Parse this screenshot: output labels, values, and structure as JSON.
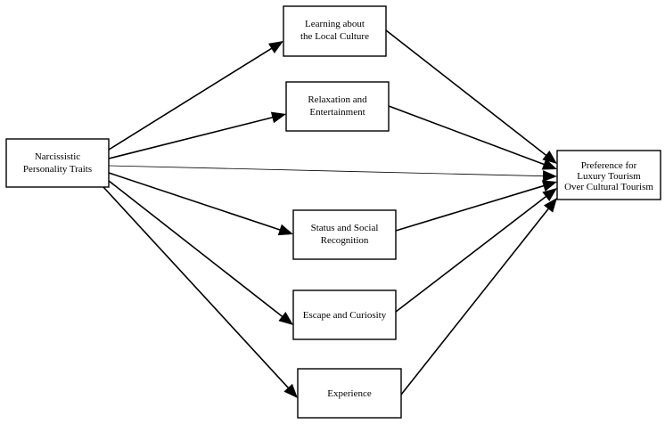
{
  "nodes": [
    {
      "id": "npt",
      "lines": [
        "Narcissistic",
        "Personality Traits"
      ]
    },
    {
      "id": "local",
      "lines": [
        "Learning about",
        "the Local Culture"
      ]
    },
    {
      "id": "relax",
      "lines": [
        "Relaxation and",
        "Entertainment"
      ]
    },
    {
      "id": "status",
      "lines": [
        "Status and Social",
        "Recognition"
      ]
    },
    {
      "id": "escape",
      "lines": [
        "Escape and Curiosity"
      ]
    },
    {
      "id": "experience",
      "lines": [
        "Experience"
      ]
    },
    {
      "id": "pref",
      "lines": [
        "Preference for",
        "Luxury Tourism",
        "Over Cultural Tourism"
      ]
    }
  ],
  "edges": [
    {
      "from": "npt",
      "to": "local"
    },
    {
      "from": "npt",
      "to": "relax"
    },
    {
      "from": "npt",
      "to": "pref",
      "style": "thin"
    },
    {
      "from": "npt",
      "to": "status"
    },
    {
      "from": "npt",
      "to": "escape"
    },
    {
      "from": "npt",
      "to": "experience"
    },
    {
      "from": "local",
      "to": "pref"
    },
    {
      "from": "relax",
      "to": "pref"
    },
    {
      "from": "status",
      "to": "pref"
    },
    {
      "from": "escape",
      "to": "pref"
    },
    {
      "from": "experience",
      "to": "pref"
    }
  ]
}
